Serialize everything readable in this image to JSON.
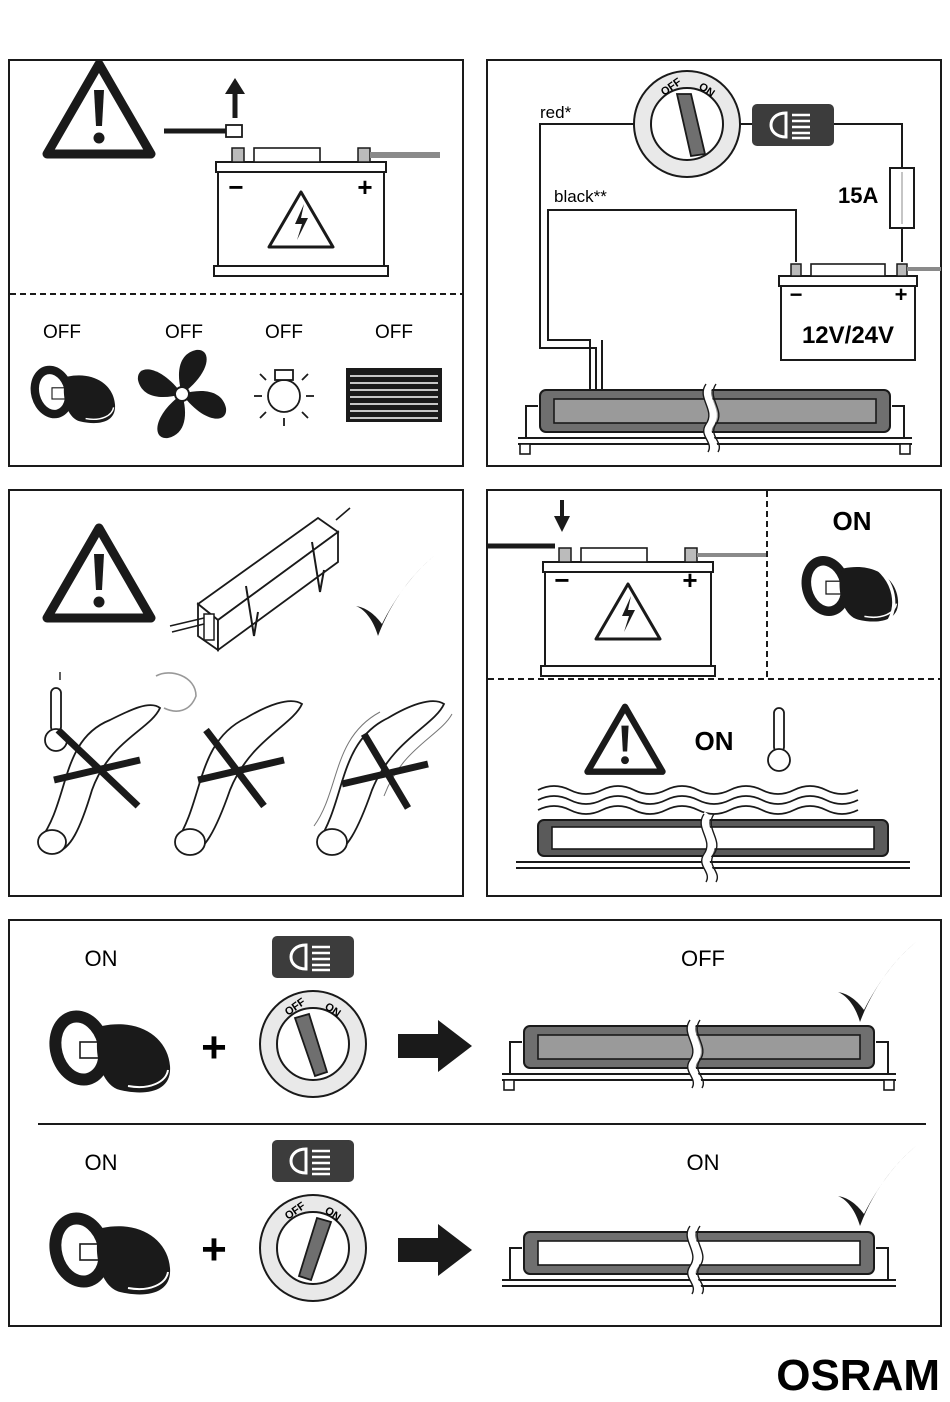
{
  "panel1": {
    "off_labels": [
      "OFF",
      "OFF",
      "OFF",
      "OFF"
    ],
    "battery_minus": "−",
    "battery_plus": "+"
  },
  "panel2": {
    "wire_red": "red*",
    "wire_black": "black**",
    "fuse_rating": "15A",
    "battery_voltage": "12V/24V",
    "switch_off": "OFF",
    "switch_on": "ON",
    "battery_minus": "−",
    "battery_plus": "+"
  },
  "panel4": {
    "ignition_on": "ON",
    "warning_on": "ON",
    "battery_minus": "−",
    "battery_plus": "+"
  },
  "panel5": {
    "row1": {
      "ignition": "ON",
      "result": "OFF",
      "switch_off": "OFF",
      "switch_on": "ON"
    },
    "row2": {
      "ignition": "ON",
      "result": "ON",
      "switch_off": "OFF",
      "switch_on": "ON"
    },
    "plus_sign": "+"
  },
  "brand": {
    "logo": "OSRAM"
  },
  "colors": {
    "ink": "#1a1a1a",
    "mid_gray": "#8a8a8a",
    "light_gray": "#d6d6d6",
    "dark_gray": "#3c3c3c"
  }
}
